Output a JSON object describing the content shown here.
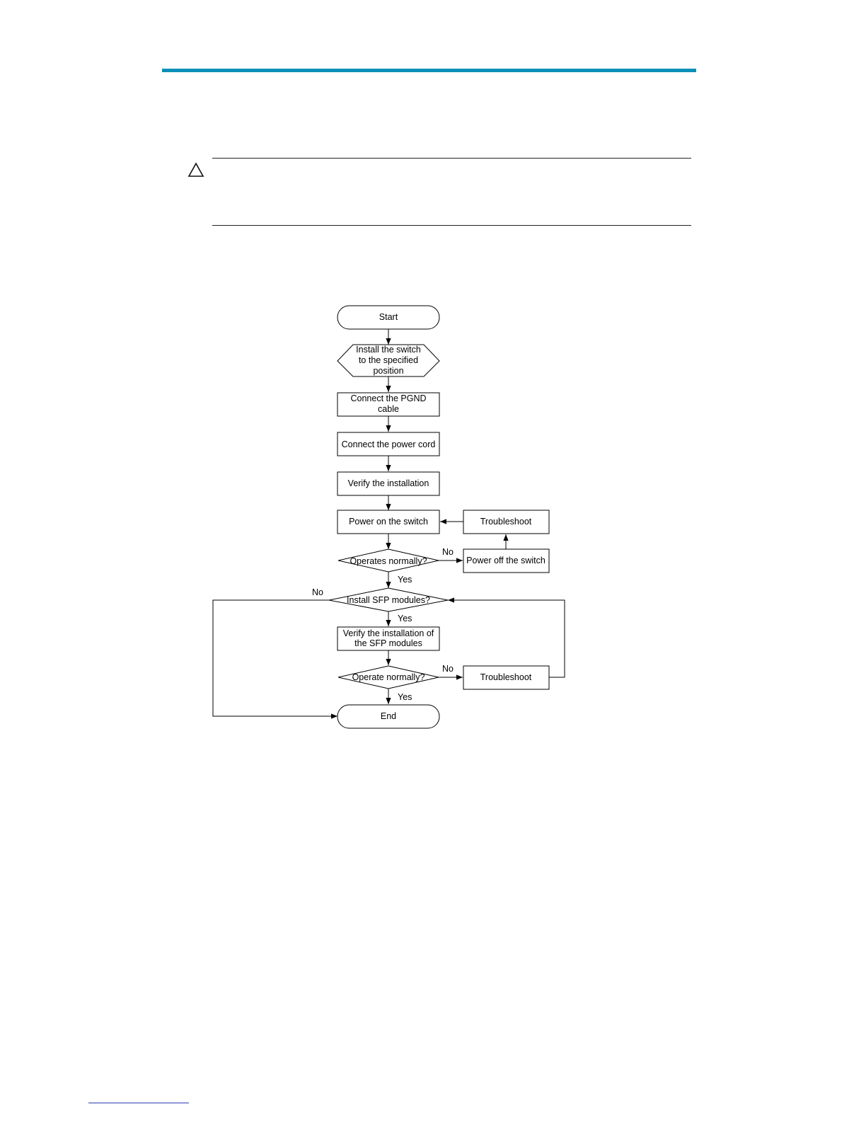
{
  "colors": {
    "accent_rule": "#0a8fb7",
    "footer_link_rule": "#2a3fb5"
  },
  "caution": {
    "icon": "warning-triangle-icon"
  },
  "flowchart": {
    "start": "Start",
    "install_switch": [
      "Install the switch",
      "to the specified",
      "position"
    ],
    "connect_pgnd": [
      "Connect the PGND",
      "cable"
    ],
    "connect_power": "Connect the power cord",
    "verify_installation": "Verify the installation",
    "power_on": "Power on the switch",
    "troubleshoot_1": "Troubleshoot",
    "operates_normally": "Operates normally?",
    "power_off": "Power off the switch",
    "install_sfp": "Install SFP modules?",
    "verify_sfp": [
      "Verify the installation of",
      "the SFP modules"
    ],
    "operate_normally": "Operate normally?",
    "troubleshoot_2": "Troubleshoot",
    "end": "End",
    "labels": {
      "no_1": "No",
      "yes_1": "Yes",
      "no_2": "No",
      "yes_2": "Yes",
      "no_3": "No",
      "yes_3": "Yes"
    }
  }
}
